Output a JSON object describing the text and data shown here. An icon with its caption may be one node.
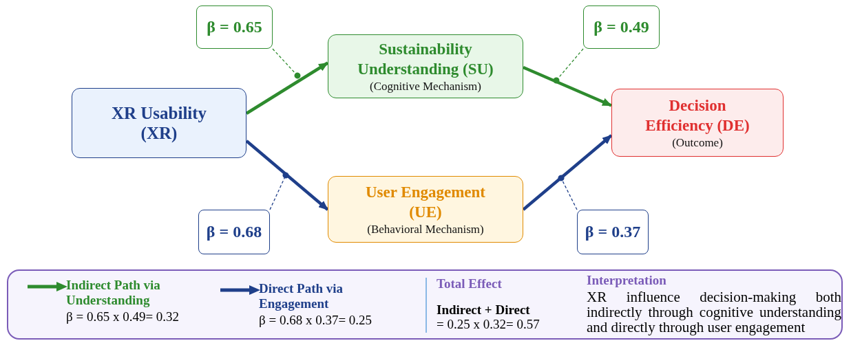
{
  "diagram": {
    "nodes": [
      {
        "text": [
          "XR Usability (XR)"
        ]
      },
      {
        "text": [
          "Sustainability Understanding (SU)",
          "(Cognitive Mechanism)"
        ]
      },
      {
        "text": [
          "Decision Efficiency (DE)",
          "(Outcome)"
        ]
      },
      {
        "text": [
          "User Engagement (UE)",
          "(Behavioral Mechanism)"
        ]
      },
      {
        "text": [
          "β = 0.65"
        ]
      },
      {
        "text": [
          "β = 0.49"
        ]
      },
      {
        "text": [
          "β = 0.68"
        ]
      },
      {
        "text": [
          "β = 0.37"
        ]
      }
    ],
    "edges": [
      {
        "from": 0,
        "to": 1,
        "arrow": "to",
        "style": "thick",
        "color": "#2e8b2e"
      },
      {
        "from": 1,
        "to": 2,
        "arrow": "to",
        "style": "thick",
        "color": "#2e8b2e"
      },
      {
        "from": 0,
        "to": 3,
        "arrow": "to",
        "style": "thick",
        "color": "#1f3f8a"
      },
      {
        "from": 3,
        "to": 2,
        "arrow": "to",
        "style": "thick",
        "color": "#1f3f8a"
      },
      {
        "from": 4,
        "to": null,
        "arrow": "other",
        "style": "dashed",
        "color": "#2e8b2e"
      },
      {
        "from": 5,
        "to": null,
        "arrow": "other",
        "style": "dashed",
        "color": "#2e8b2e"
      },
      {
        "from": 6,
        "to": null,
        "arrow": "other",
        "style": "dashed",
        "color": "#1f3f8a"
      },
      {
        "from": 7,
        "to": null,
        "arrow": "other",
        "style": "dashed",
        "color": "#1f3f8a"
      }
    ],
    "labels": [
      "β = 0.65 x 0.49= 0.32",
      "β = 0.68 x 0.37= 0.25",
      "Total Effect",
      "Indirect + Direct",
      "= 0.25 x 0.32= 0.57",
      "Interpretation",
      "XR influence decision-making both indirectly through cognitive understanding and directly through user engagement"
    ],
    "legend": [
      {
        "text": "Indirect Path via Understanding"
      },
      {
        "text": "Direct Path via Engagement"
      }
    ]
  }
}
